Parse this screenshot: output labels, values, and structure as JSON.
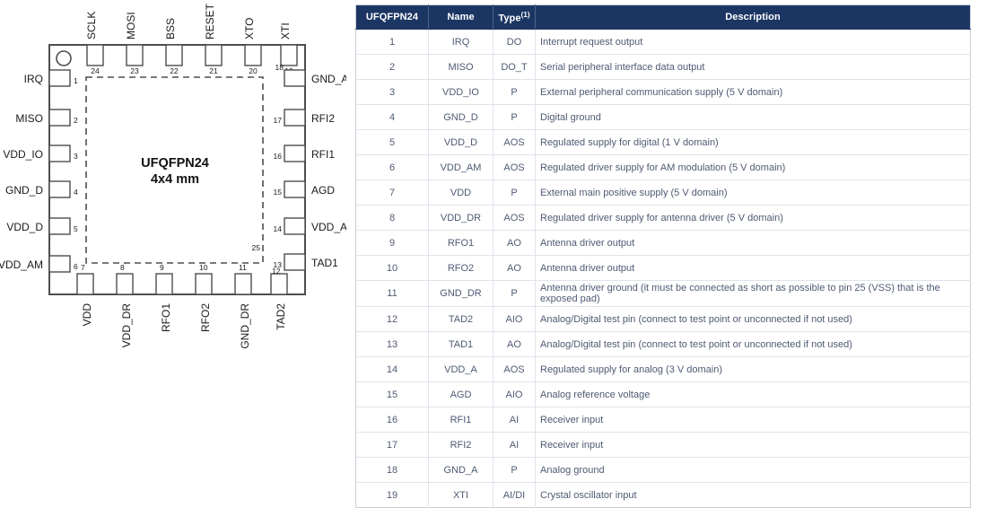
{
  "diagram": {
    "chip_label_line1": "UFQFPN24",
    "chip_label_line2": "4x4 mm",
    "exposed_pad_number": "25",
    "top_pins": [
      {
        "num": "24",
        "label": "SCLK"
      },
      {
        "num": "23",
        "label": "MOSI"
      },
      {
        "num": "22",
        "label": "BSS"
      },
      {
        "num": "21",
        "label": "RESET"
      },
      {
        "num": "20",
        "label": "XTO"
      },
      {
        "num": "19",
        "label": "XTI"
      }
    ],
    "left_pins": [
      {
        "num": "1",
        "label": "IRQ"
      },
      {
        "num": "2",
        "label": "MISO"
      },
      {
        "num": "3",
        "label": "VDD_IO"
      },
      {
        "num": "4",
        "label": "GND_D"
      },
      {
        "num": "5",
        "label": "VDD_D"
      },
      {
        "num": "6",
        "label": "VDD_AM"
      }
    ],
    "bottom_pins": [
      {
        "num": "7",
        "label": "VDD"
      },
      {
        "num": "8",
        "label": "VDD_DR"
      },
      {
        "num": "9",
        "label": "RFO1"
      },
      {
        "num": "10",
        "label": "RFO2"
      },
      {
        "num": "11",
        "label": "GND_DR"
      },
      {
        "num": "12",
        "label": "TAD2"
      }
    ],
    "right_pins": [
      {
        "num": "13",
        "label": "TAD1"
      },
      {
        "num": "14",
        "label": "VDD_A"
      },
      {
        "num": "15",
        "label": "AGD"
      },
      {
        "num": "16",
        "label": "RFI1"
      },
      {
        "num": "17",
        "label": "RFI2"
      },
      {
        "num": "18",
        "label": "GND_A"
      }
    ]
  },
  "table": {
    "headers": {
      "pin": "UFQFPN24",
      "name": "Name",
      "type": "Type",
      "type_footnote": "(1)",
      "description": "Description"
    },
    "rows": [
      {
        "pin": "1",
        "name": "IRQ",
        "type": "DO",
        "description": "Interrupt request output"
      },
      {
        "pin": "2",
        "name": "MISO",
        "type": "DO_T",
        "description": "Serial peripheral interface data output"
      },
      {
        "pin": "3",
        "name": "VDD_IO",
        "type": "P",
        "description": "External peripheral communication supply (5 V domain)"
      },
      {
        "pin": "4",
        "name": "GND_D",
        "type": "P",
        "description": "Digital ground"
      },
      {
        "pin": "5",
        "name": "VDD_D",
        "type": "AOS",
        "description": "Regulated supply for digital (1 V domain)"
      },
      {
        "pin": "6",
        "name": "VDD_AM",
        "type": "AOS",
        "description": "Regulated driver supply for AM modulation (5 V domain)"
      },
      {
        "pin": "7",
        "name": "VDD",
        "type": "P",
        "description": "External main positive supply (5 V domain)"
      },
      {
        "pin": "8",
        "name": "VDD_DR",
        "type": "AOS",
        "description": "Regulated driver supply for antenna driver (5 V domain)"
      },
      {
        "pin": "9",
        "name": "RFO1",
        "type": "AO",
        "description": "Antenna driver output"
      },
      {
        "pin": "10",
        "name": "RFO2",
        "type": "AO",
        "description": "Antenna driver output"
      },
      {
        "pin": "11",
        "name": "GND_DR",
        "type": "P",
        "description": "Antenna driver ground (it must be connected as short as possible to pin 25 (VSS) that is the exposed pad)"
      },
      {
        "pin": "12",
        "name": "TAD2",
        "type": "AIO",
        "description": "Analog/Digital test pin (connect to test point or unconnected if not used)"
      },
      {
        "pin": "13",
        "name": "TAD1",
        "type": "AO",
        "description": "Analog/Digital test pin (connect to test point or unconnected if not used)"
      },
      {
        "pin": "14",
        "name": "VDD_A",
        "type": "AOS",
        "description": "Regulated supply for analog (3 V domain)"
      },
      {
        "pin": "15",
        "name": "AGD",
        "type": "AIO",
        "description": "Analog reference voltage"
      },
      {
        "pin": "16",
        "name": "RFI1",
        "type": "AI",
        "description": "Receiver input"
      },
      {
        "pin": "17",
        "name": "RFI2",
        "type": "AI",
        "description": "Receiver input"
      },
      {
        "pin": "18",
        "name": "GND_A",
        "type": "P",
        "description": "Analog ground"
      },
      {
        "pin": "19",
        "name": "XTI",
        "type": "AI/DI",
        "description": "Crystal oscillator input"
      }
    ]
  },
  "colors": {
    "header_bg": "#1c3664",
    "header_text": "#ffffff",
    "body_text": "#4e5a73",
    "grid": "#dfe3ea",
    "diagram_stroke": "#4d4d4d"
  }
}
